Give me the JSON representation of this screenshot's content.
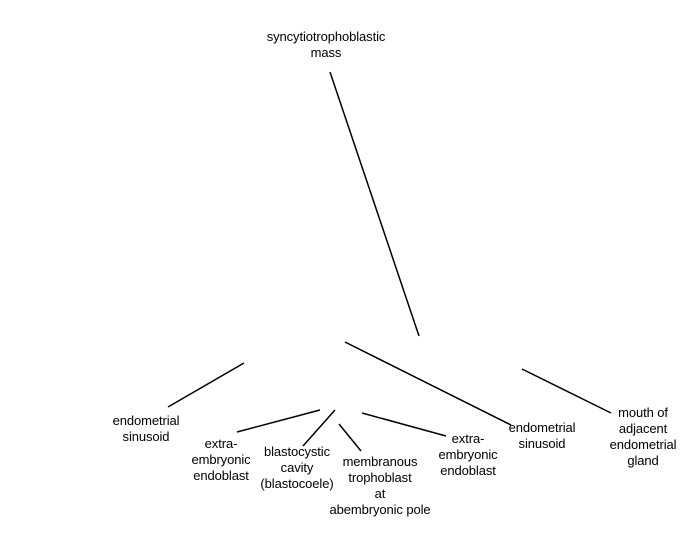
{
  "labels": {
    "syncytiotrophoblastic_mass": "syncytiotrophoblastic\nmass",
    "endometrial_sinusoid_left": "endometrial\nsinusoid",
    "extra_embryonic_endoblast_left": "extra-\nembryonic\nendoblast",
    "blastocystic_cavity": "blastocystic\ncavity\n(blastocoele)",
    "membranous_trophoblast": "membranous\ntrophoblast\nat\nabembryonic pole",
    "extra_embryonic_endoblast_right": "extra-\nembryonic\nendoblast",
    "endometrial_sinusoid_right": "endometrial\nsinusoid",
    "mouth_of_adjacent_endometrial_gland": "mouth of\nadjacent\nendometrial\ngland"
  }
}
